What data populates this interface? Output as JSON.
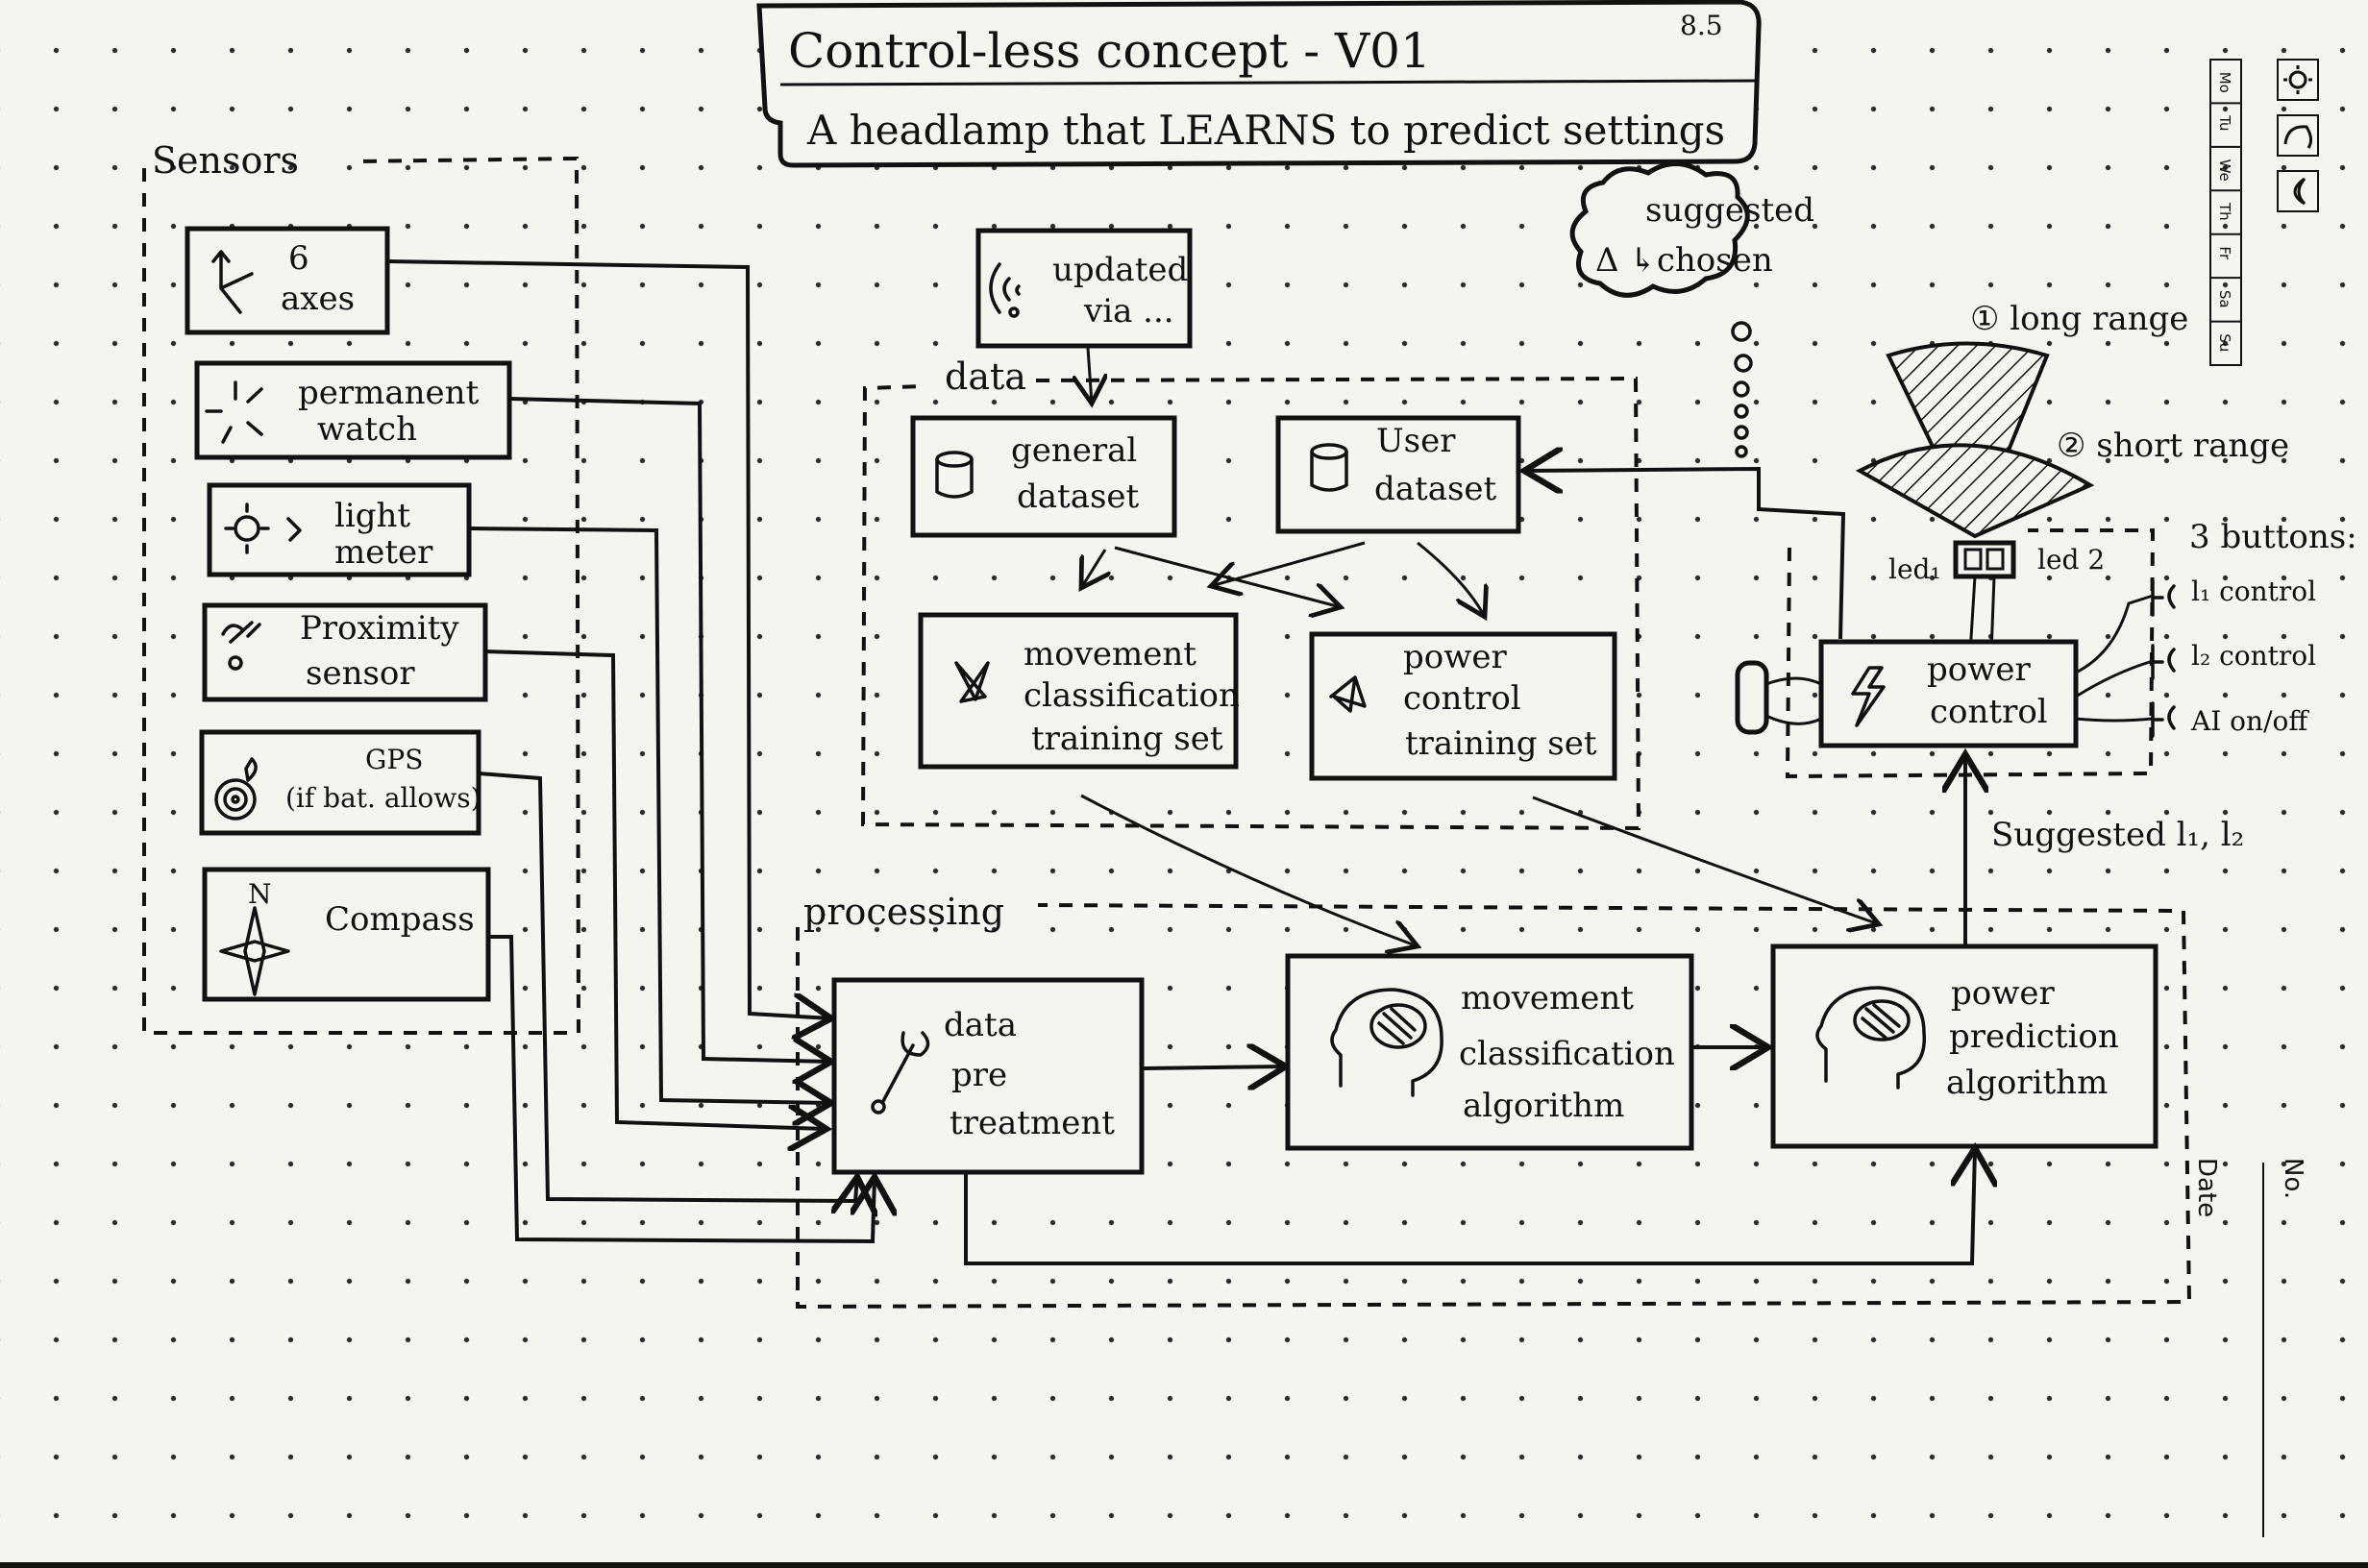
{
  "header": {
    "title": "Control-less concept - V01",
    "subtitle": "A headlamp that LEARNS to predict settings",
    "page_number": "8.5"
  },
  "groups": {
    "sensors": "Sensors",
    "data": "data",
    "processing": "processing"
  },
  "sensors": {
    "axes_line1": "6",
    "axes_line2": "axes",
    "watch_line1": "permanent",
    "watch_line2": "watch",
    "light_line1": "light",
    "light_line2": "meter",
    "proximity_line1": "Proximity",
    "proximity_line2": "sensor",
    "gps_line1": "GPS",
    "gps_line2": "(if bat. allows)",
    "compass": "Compass",
    "compass_north": "N"
  },
  "data": {
    "updated_line1": "updated",
    "updated_line2": "via ...",
    "general_line1": "general",
    "general_line2": "dataset",
    "user_line1": "User",
    "user_line2": "dataset",
    "movement_set_line1": "movement",
    "movement_set_line2": "classification",
    "movement_set_line3": "training set",
    "power_set_line1": "power",
    "power_set_line2": "control",
    "power_set_line3": "training set"
  },
  "processing": {
    "pretreatment_line1": "data",
    "pretreatment_line2": "pre",
    "pretreatment_line3": "treatment",
    "movement_algo_line1": "movement",
    "movement_algo_line2": "classification",
    "movement_algo_line3": "algorithm",
    "power_algo_line1": "power",
    "power_algo_line2": "prediction",
    "power_algo_line3": "algorithm"
  },
  "device": {
    "suggested_line1": "suggested",
    "suggested_line2": "Δ ↳chosen",
    "long_range": "① long range",
    "short_range": "② short range",
    "led1": "led₁",
    "led2": "led 2",
    "power_control_line1": "power",
    "power_control_line2": "control",
    "buttons_title": "3 buttons:",
    "button1": "l₁ control",
    "button2": "l₂ control",
    "button3": "AI on/off",
    "suggested_levels": "Suggested l₁, l₂"
  },
  "calendar": {
    "days": [
      "Mo",
      "Tu",
      "We",
      "Th",
      "Fr",
      "Sa",
      "Su"
    ]
  },
  "margin": {
    "no_label": "No.",
    "date_label": "Date"
  }
}
